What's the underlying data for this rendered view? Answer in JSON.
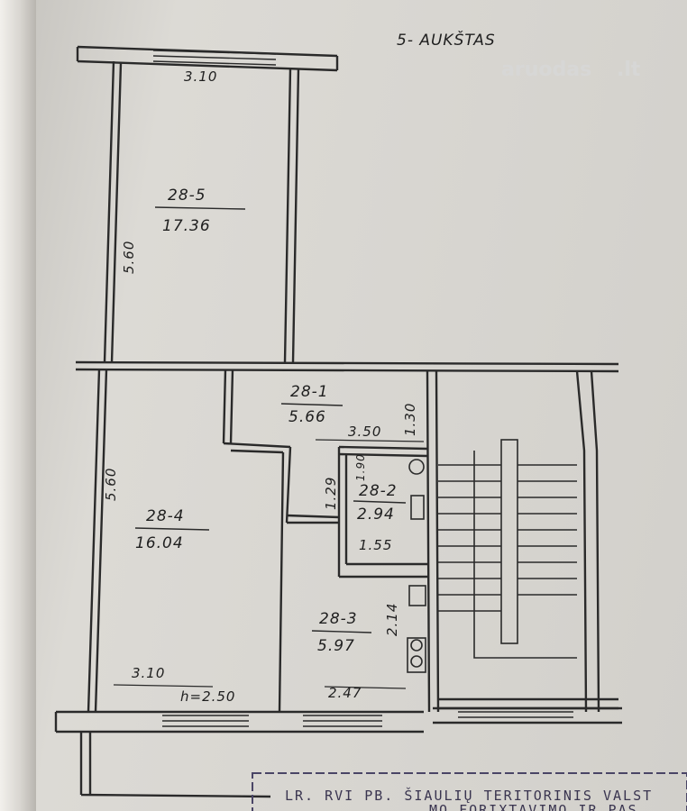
{
  "floor_title": "5- AUKŠTAS",
  "watermark": "aruodas",
  "watermark_tld": ".lt",
  "rooms": [
    {
      "id": "28-5",
      "area": "17.36"
    },
    {
      "id": "28-4",
      "area": "16.04"
    },
    {
      "id": "28-1",
      "area": "5.66"
    },
    {
      "id": "28-2",
      "area": "2.94"
    },
    {
      "id": "28-3",
      "area": "5.97"
    }
  ],
  "dimensions": {
    "top_width": "3.10",
    "upper_height": "5.60",
    "lower_height": "5.60",
    "hall_width": "3.50",
    "hall_depth": "1.30",
    "bath_a": "1.29",
    "bath_b": "1.90",
    "bath_width": "1.55",
    "kitchen_depth": "2.14",
    "kitchen_width": "2.47",
    "bottom_width": "3.10",
    "ceiling_height": "h=2.50"
  },
  "stamp_line_1": "LR. RVI PB. ŠIAULIŲ TERITORINIS  VALST",
  "stamp_line_2": "MO  FORIXTAVIMO IR PAS"
}
